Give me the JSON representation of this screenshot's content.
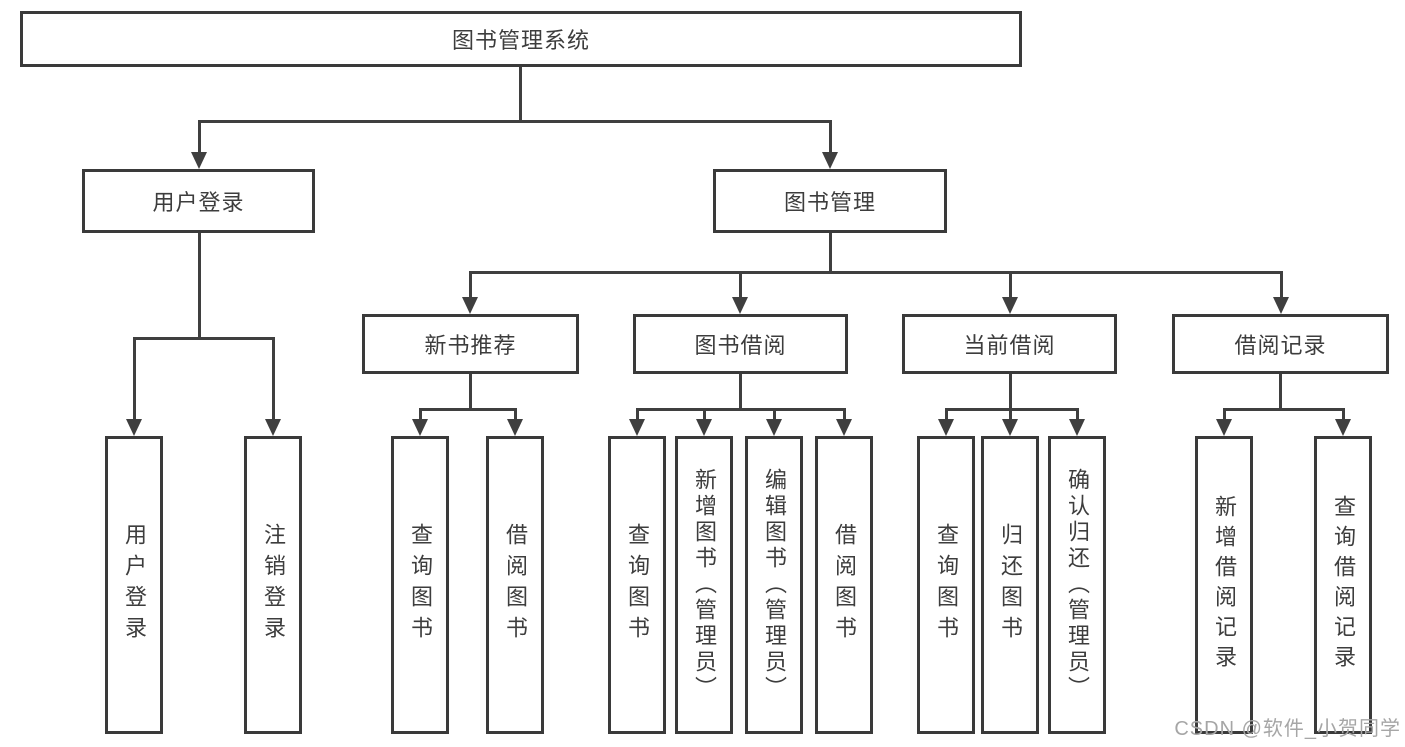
{
  "tree": {
    "label": "图书管理系统",
    "children": [
      {
        "label": "用户登录",
        "children": [
          {
            "label": "用户登录"
          },
          {
            "label": "注销登录"
          }
        ]
      },
      {
        "label": "图书管理",
        "children": [
          {
            "label": "新书推荐",
            "children": [
              {
                "label": "查询图书"
              },
              {
                "label": "借阅图书"
              }
            ]
          },
          {
            "label": "图书借阅",
            "children": [
              {
                "label": "查询图书"
              },
              {
                "label": "新增图书（管理员）"
              },
              {
                "label": "编辑图书（管理员）"
              },
              {
                "label": "借阅图书"
              }
            ]
          },
          {
            "label": "当前借阅",
            "children": [
              {
                "label": "查询图书"
              },
              {
                "label": "归还图书"
              },
              {
                "label": "确认归还（管理员）"
              }
            ]
          },
          {
            "label": "借阅记录",
            "children": [
              {
                "label": "新增借阅记录"
              },
              {
                "label": "查询借阅记录"
              }
            ]
          }
        ]
      }
    ]
  },
  "watermark": {
    "text": "CSDN @软件_小贺同学"
  },
  "colors": {
    "box_border": "#3a3a3a",
    "line": "#3f3f3f",
    "text": "#3d3d3d",
    "watermark": "#a6a6a6"
  }
}
